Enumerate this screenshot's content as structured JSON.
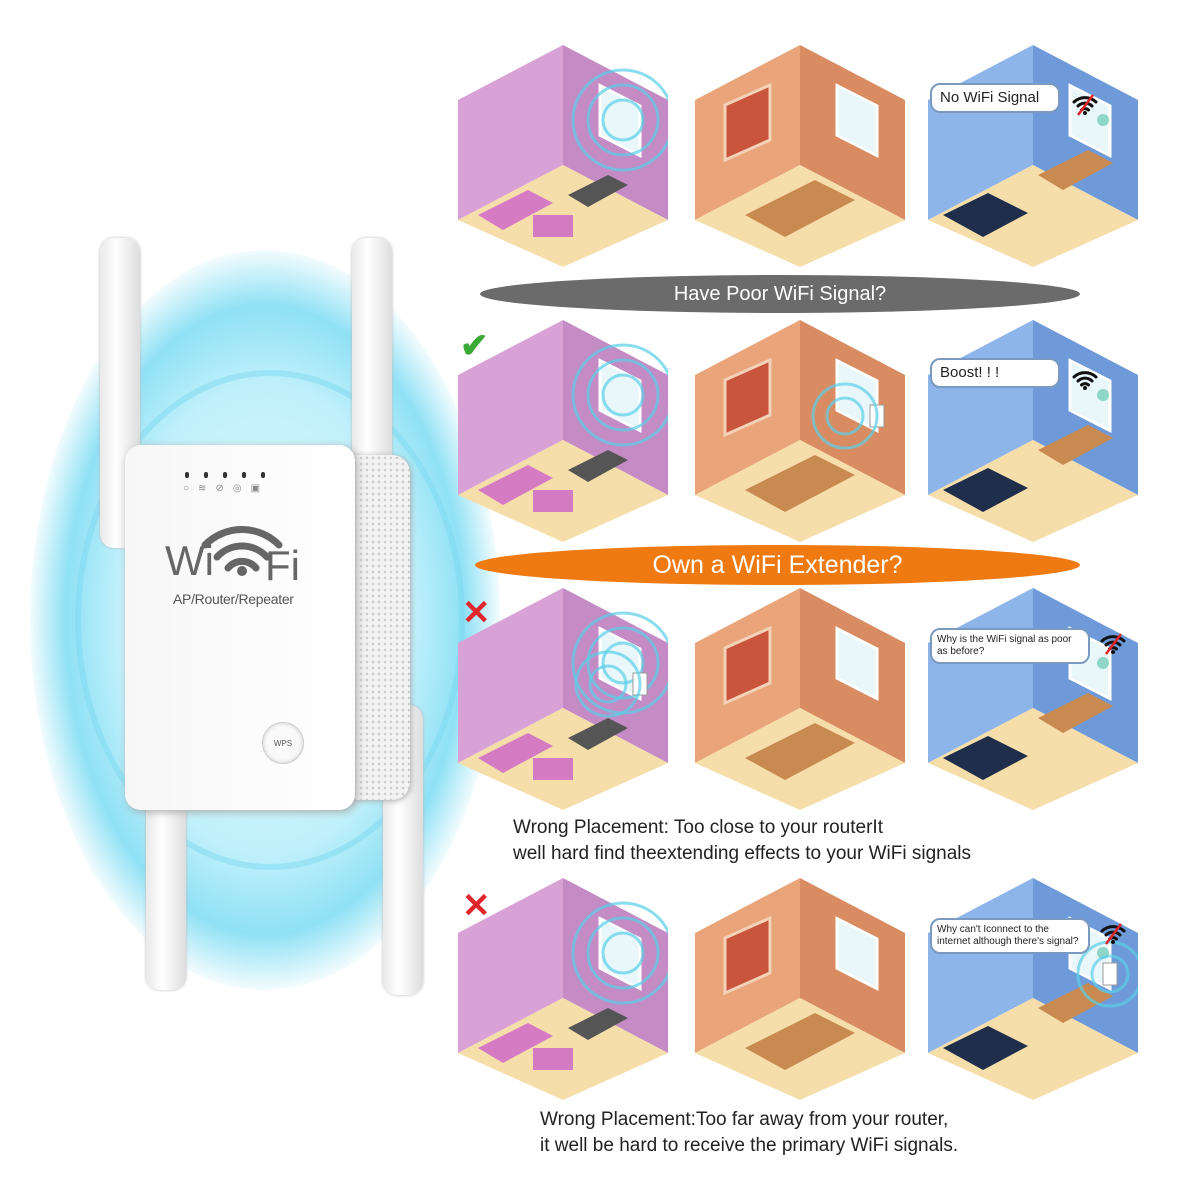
{
  "device": {
    "brand_left": "Wi",
    "brand_right": "Fi",
    "subtitle": "AP/Router/Repeater",
    "wps_label": "WPS",
    "indicator_icons": [
      "power-icon",
      "wifi-icon",
      "globe-icon",
      "settings-icon",
      "lan-port-icon"
    ]
  },
  "banners": {
    "poor_signal": "Have Poor WiFi Signal?",
    "own_extender": "Own a WiFi Extender?"
  },
  "rows": [
    {
      "mark": null,
      "bubble": "No WiFi Signal",
      "wifi_ok": false,
      "extender_in": null
    },
    {
      "mark": "check",
      "bubble": "Boost! ! !",
      "wifi_ok": true,
      "extender_in": "middle"
    },
    {
      "mark": "cross",
      "bubble": "Why is the WiFi signal as poor as before?",
      "wifi_ok": false,
      "extender_in": "first"
    },
    {
      "mark": "cross",
      "bubble": "Why can't Iconnect  to the internet although  there's signal?",
      "wifi_ok": false,
      "extender_in": "last"
    }
  ],
  "captions": {
    "too_close_1": "Wrong Placement: Too close to your routerIt",
    "too_close_2": "well hard find theextending effects to your WiFi signals",
    "too_far_1": "Wrong Placement:Too far away from your router,",
    "too_far_2": "it well be hard to receive the primary WiFi signals."
  },
  "colors": {
    "living_room": [
      "#d9a2d6",
      "#c48bc4"
    ],
    "dining_room": [
      "#eaa47a",
      "#d98c62"
    ],
    "bedroom": [
      "#8db5ea",
      "#6f9ad9"
    ],
    "floor": "#f6deaa",
    "check": "#3aa935",
    "cross": "#e0262a",
    "banner_gray": "#6b6b6b",
    "banner_orange": "#f07a12"
  }
}
